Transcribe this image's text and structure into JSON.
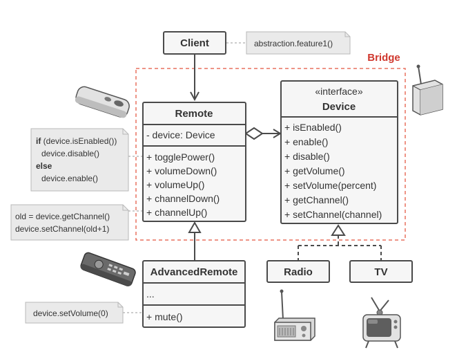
{
  "bridge_label": "Bridge",
  "client": {
    "title": "Client"
  },
  "client_note": "abstraction.feature1()",
  "remote": {
    "title": "Remote",
    "fields": [
      "- device: Device"
    ],
    "methods": [
      "+ togglePower()",
      "+ volumeDown()",
      "+ volumeUp()",
      "+ channelDown()",
      "+ channelUp()"
    ]
  },
  "device": {
    "stereotype": "«interface»",
    "title": "Device",
    "methods": [
      "+ isEnabled()",
      "+ enable()",
      "+ disable()",
      "+ getVolume()",
      "+ setVolume(percent)",
      "+ getChannel()",
      "+ setChannel(channel)"
    ]
  },
  "advanced_remote": {
    "title": "AdvancedRemote",
    "fields": [
      "..."
    ],
    "methods": [
      "+ mute()"
    ]
  },
  "radio": {
    "title": "Radio"
  },
  "tv": {
    "title": "TV"
  },
  "toggle_note": {
    "line1_kw": "if",
    "line1_rest": " (device.isEnabled())",
    "line2": "device.disable()",
    "line3_kw": "else",
    "line4": "device.enable()"
  },
  "channel_note": {
    "line1": "old = device.getChannel()",
    "line2": "device.setChannel(old+1)"
  },
  "mute_note": "device.setVolume(0)",
  "colors": {
    "bridge_accent": "#d0382e",
    "box_fill": "#f6f6f6",
    "box_stroke": "#4a4a4a",
    "note_fill": "#eaeaea"
  },
  "icons": [
    "remote-control-icon",
    "device-box-icon",
    "advanced-remote-icon",
    "radio-icon",
    "tv-icon"
  ]
}
